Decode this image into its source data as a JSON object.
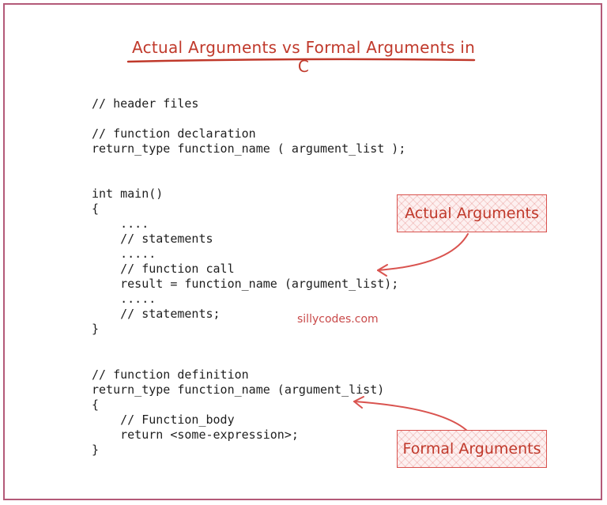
{
  "title": "Actual Arguments vs Formal Arguments in C",
  "code_lines": [
    "// header files",
    "",
    "// function declaration",
    "return_type function_name ( argument_list );",
    "",
    "",
    "int main()",
    "{",
    "    ....",
    "    // statements",
    "    .....",
    "    // function call",
    "    result = function_name (argument_list);",
    "    .....",
    "    // statements;",
    "}",
    "",
    "",
    "// function definition",
    "return_type function_name (argument_list)",
    "{",
    "    // Function_body",
    "    return <some-expression>;",
    "}"
  ],
  "watermark": "sillycodes.com",
  "callouts": {
    "actual": "Actual Arguments",
    "formal": "Formal Arguments"
  },
  "colors": {
    "frame": "#b35a78",
    "accent": "#c0392b",
    "code_text": "#1e1e1e"
  }
}
